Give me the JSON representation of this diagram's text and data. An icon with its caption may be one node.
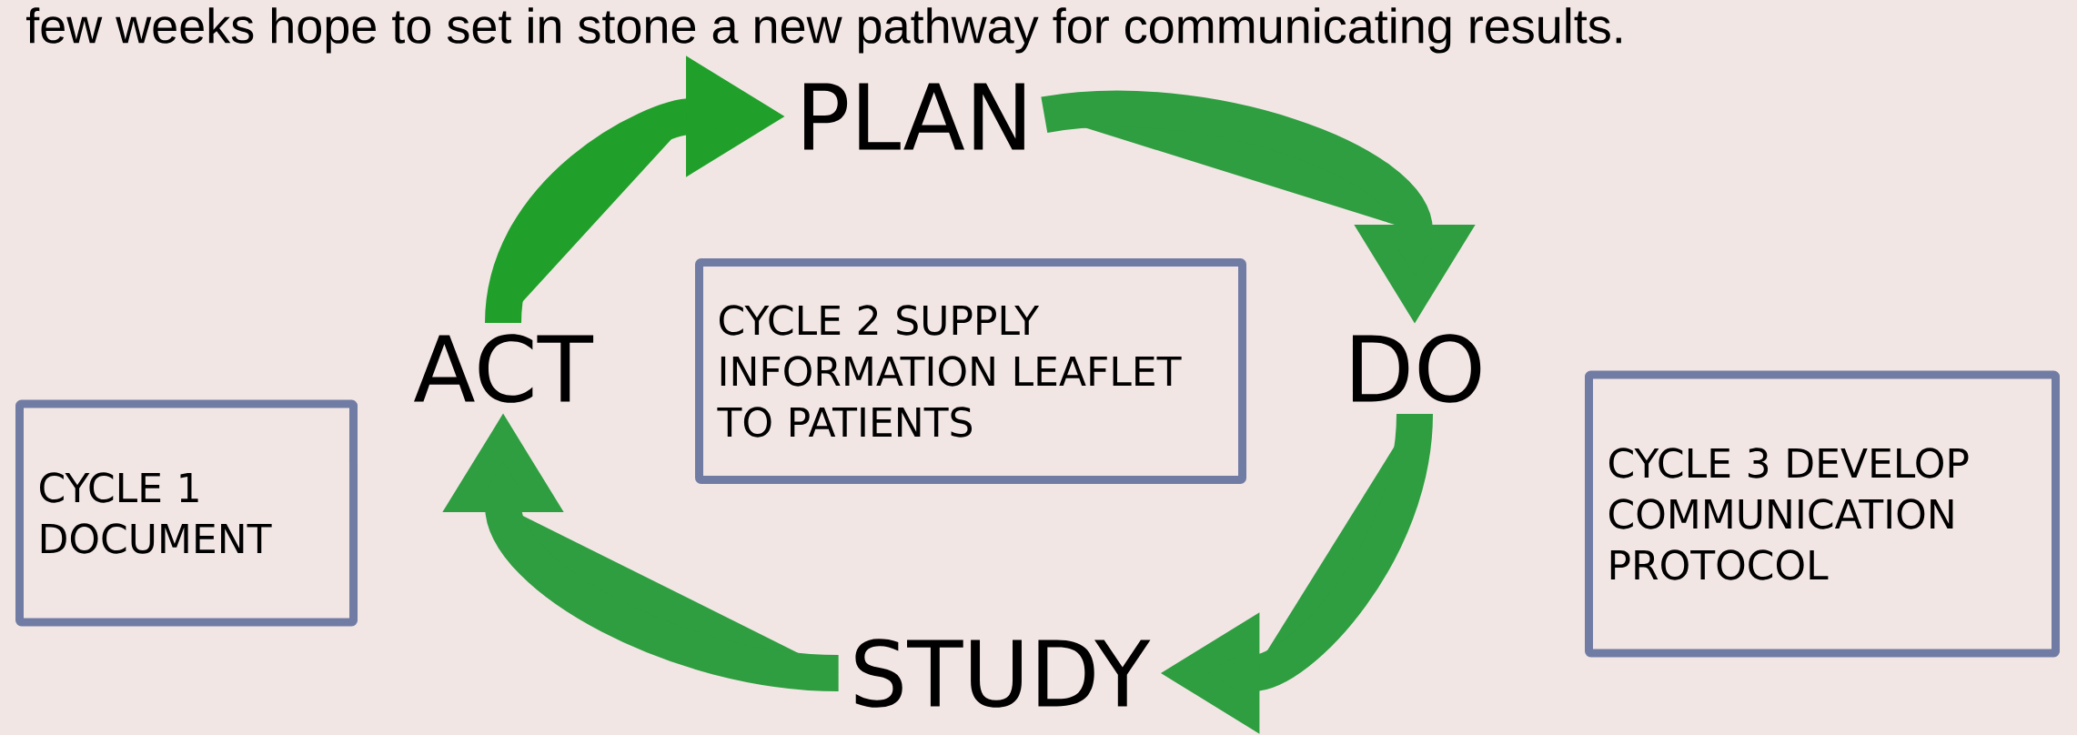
{
  "diagram": {
    "nodes": [
      {
        "text": [
          "PLAN"
        ]
      },
      {
        "text": [
          "DO"
        ]
      },
      {
        "text": [
          "STUDY"
        ]
      },
      {
        "text": [
          "ACT"
        ]
      },
      {
        "text": [
          "CYCLE 2 SUPPLY INFORMATION LEAFLET TO PATIENTS"
        ]
      },
      {
        "text": [
          "CYCLE 1 DOCUMENT"
        ]
      },
      {
        "text": [
          "CYCLE 3 DEVELOP COMMUNICATION PROTOCOL"
        ]
      }
    ],
    "edges": [
      {
        "from": 0,
        "to": 1,
        "arrow": "to"
      },
      {
        "from": 1,
        "to": 2,
        "arrow": "to"
      },
      {
        "from": 2,
        "to": 3,
        "arrow": "to"
      },
      {
        "from": 3,
        "to": 0,
        "arrow": "to",
        "color": "#20a02a"
      }
    ],
    "labels": [
      "few weeks hope to set in stone a new pathway for communicating results."
    ]
  }
}
